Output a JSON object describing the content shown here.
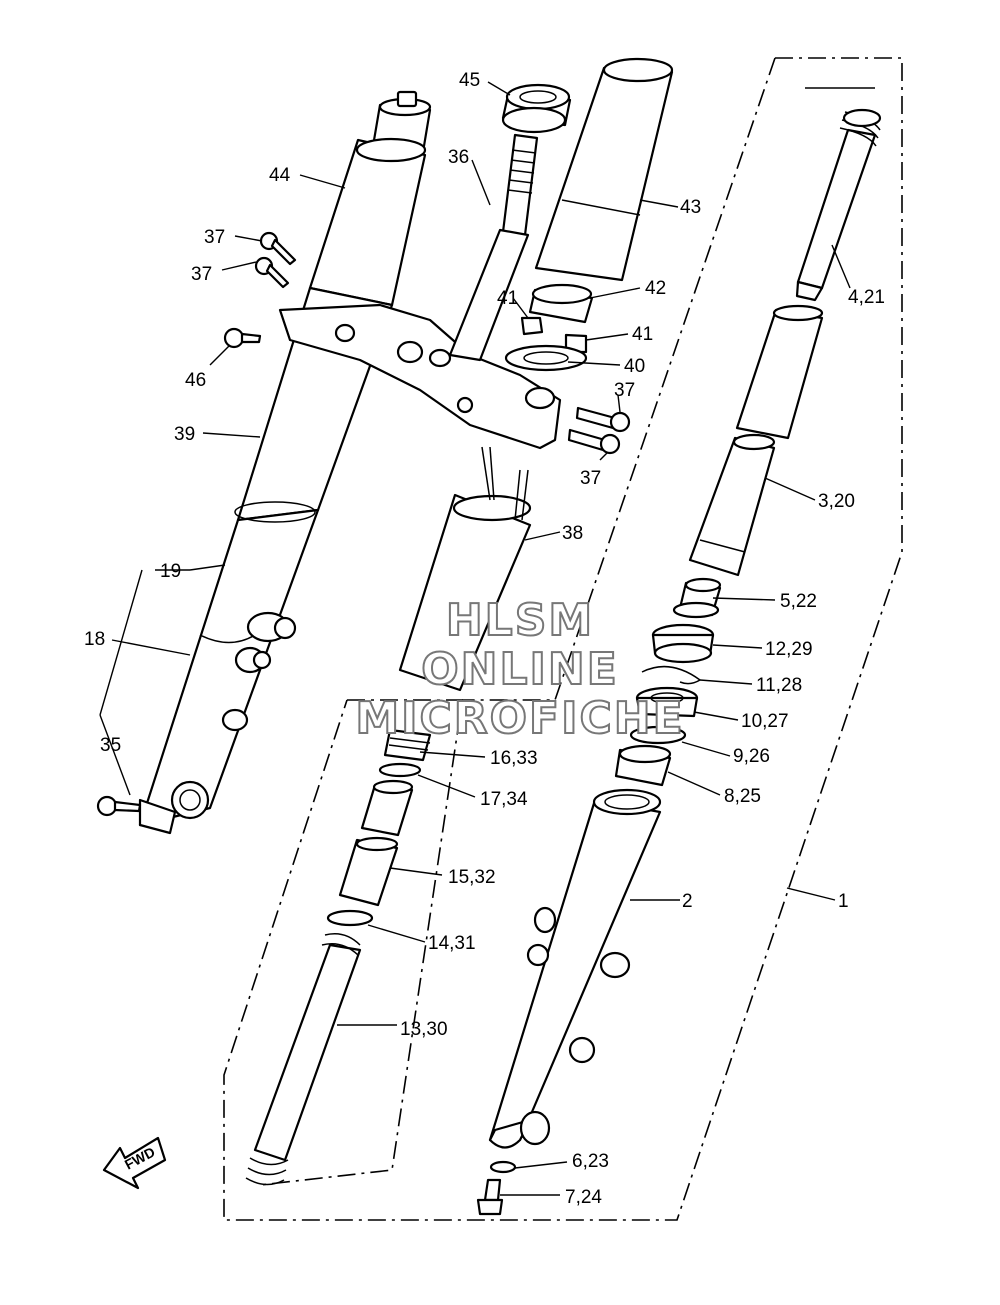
{
  "watermark": {
    "line1": "HLSM",
    "line2": "ONLINE",
    "line3": "MICROFICHE"
  },
  "fwd_label": "FWD",
  "callouts": {
    "c1": "1",
    "c2": "2",
    "c3_20": "3,20",
    "c4_21": "4,21",
    "c5_22": "5,22",
    "c6_23": "6,23",
    "c7_24": "7,24",
    "c8_25": "8,25",
    "c9_26": "9,26",
    "c10_27": "10,27",
    "c11_28": "11,28",
    "c12_29": "12,29",
    "c13_30": "13,30",
    "c14_31": "14,31",
    "c15_32": "15,32",
    "c16_33": "16,33",
    "c17_34": "17,34",
    "c18": "18",
    "c19": "19",
    "c35": "35",
    "c36": "36",
    "c37a": "37",
    "c37b": "37",
    "c37c": "37",
    "c37d": "37",
    "c38": "38",
    "c39": "39",
    "c40": "40",
    "c41a": "41",
    "c41b": "41",
    "c42": "42",
    "c43": "43",
    "c44": "44",
    "c45": "45",
    "c46": "46"
  },
  "colors": {
    "line": "#000000",
    "background": "#ffffff",
    "watermark_outline": "#777777"
  }
}
